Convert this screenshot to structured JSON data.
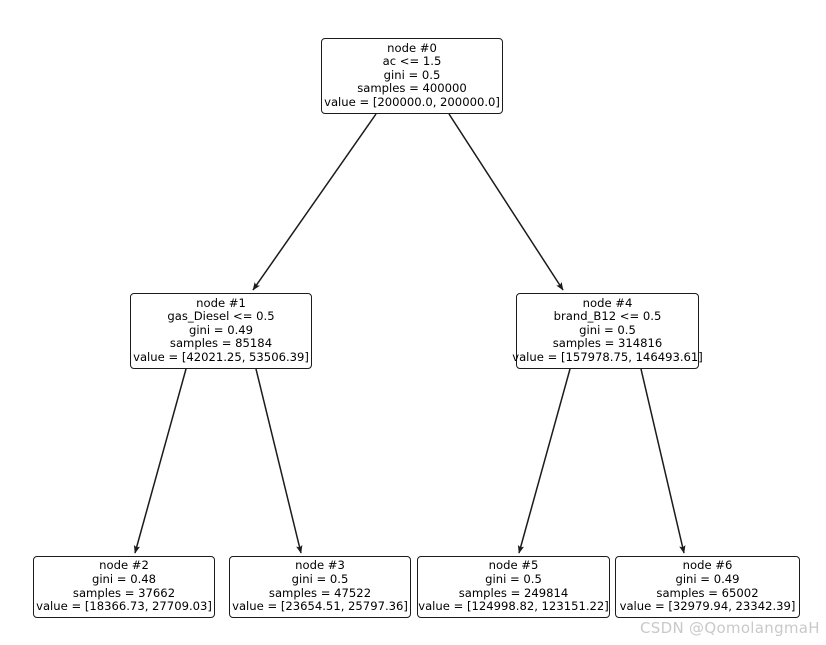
{
  "diagram": {
    "type": "decision-tree",
    "title": "",
    "nodes": [
      {
        "id": "node0",
        "name": "node #0",
        "condition": "ac <= 1.5",
        "gini": "gini = 0.5",
        "samples": "samples = 400000",
        "value": "value = [200000.0, 200000.0]"
      },
      {
        "id": "node1",
        "name": "node #1",
        "condition": "gas_Diesel <= 0.5",
        "gini": "gini = 0.49",
        "samples": "samples = 85184",
        "value": "value = [42021.25, 53506.39]"
      },
      {
        "id": "node2",
        "name": "node #2",
        "condition": "",
        "gini": "gini = 0.48",
        "samples": "samples = 37662",
        "value": "value = [18366.73, 27709.03]"
      },
      {
        "id": "node3",
        "name": "node #3",
        "condition": "",
        "gini": "gini = 0.5",
        "samples": "samples = 47522",
        "value": "value = [23654.51, 25797.36]"
      },
      {
        "id": "node4",
        "name": "node #4",
        "condition": "brand_B12 <= 0.5",
        "gini": "gini = 0.5",
        "samples": "samples = 314816",
        "value": "value = [157978.75, 146493.61]"
      },
      {
        "id": "node5",
        "name": "node #5",
        "condition": "",
        "gini": "gini = 0.5",
        "samples": "samples = 249814",
        "value": "value = [124998.82, 123151.22]"
      },
      {
        "id": "node6",
        "name": "node #6",
        "condition": "",
        "gini": "gini = 0.49",
        "samples": "samples = 65002",
        "value": "value = [32979.94, 23342.39]"
      }
    ],
    "edges": [
      {
        "from": "node0",
        "to": "node1"
      },
      {
        "from": "node0",
        "to": "node4"
      },
      {
        "from": "node1",
        "to": "node2"
      },
      {
        "from": "node1",
        "to": "node3"
      },
      {
        "from": "node4",
        "to": "node5"
      },
      {
        "from": "node4",
        "to": "node6"
      }
    ],
    "colors": {
      "node_border": "#1b1b1b",
      "node_fill": "#ffffff",
      "edge": "#1b1b1b",
      "text": "#000000",
      "watermark": "#c9c9c9",
      "background": "#ffffff"
    }
  },
  "watermark": {
    "text": "CSDN @QomolangmaH"
  }
}
